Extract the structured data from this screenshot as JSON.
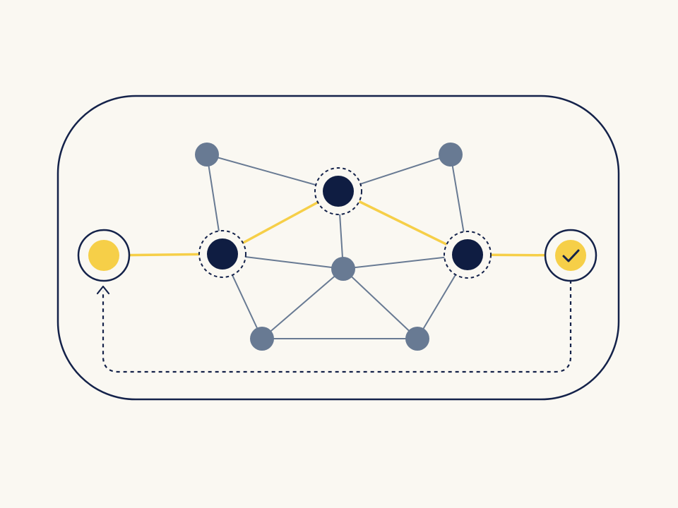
{
  "colors": {
    "background": "#FAF8F2",
    "frame": "#14224A",
    "node_active": "#0F1D42",
    "node_idle": "#687A93",
    "edge_idle": "#687A93",
    "path": "#F6CF48",
    "start_fill": "#F6CF48",
    "end_fill": "#F6CF48",
    "return_arrow": "#14224A"
  },
  "icons": {
    "end_node": "check-icon",
    "return_arrow_head": "arrow-up-icon"
  },
  "diagram": {
    "nodes": [
      {
        "id": "start",
        "role": "source",
        "kind": "ring-filled"
      },
      {
        "id": "a",
        "role": "route-hop",
        "kind": "highlighted"
      },
      {
        "id": "b",
        "role": "route-hop",
        "kind": "highlighted"
      },
      {
        "id": "c",
        "role": "route-hop",
        "kind": "highlighted"
      },
      {
        "id": "end",
        "role": "destination",
        "kind": "ring-check"
      },
      {
        "id": "tl",
        "role": "idle",
        "kind": "plain"
      },
      {
        "id": "tr",
        "role": "idle",
        "kind": "plain"
      },
      {
        "id": "mid",
        "role": "idle",
        "kind": "plain"
      },
      {
        "id": "bl",
        "role": "idle",
        "kind": "plain"
      },
      {
        "id": "br",
        "role": "idle",
        "kind": "plain"
      }
    ],
    "edges": [
      {
        "from": "tl",
        "to": "b"
      },
      {
        "from": "tl",
        "to": "a"
      },
      {
        "from": "b",
        "to": "tr"
      },
      {
        "from": "tr",
        "to": "c"
      },
      {
        "from": "b",
        "to": "mid"
      },
      {
        "from": "a",
        "to": "mid"
      },
      {
        "from": "mid",
        "to": "c"
      },
      {
        "from": "a",
        "to": "bl"
      },
      {
        "from": "mid",
        "to": "bl"
      },
      {
        "from": "mid",
        "to": "br"
      },
      {
        "from": "bl",
        "to": "br"
      },
      {
        "from": "c",
        "to": "br"
      }
    ],
    "route": [
      "start",
      "a",
      "b",
      "c",
      "end"
    ],
    "feedback": {
      "from": "end",
      "to": "start",
      "style": "dashed"
    }
  }
}
